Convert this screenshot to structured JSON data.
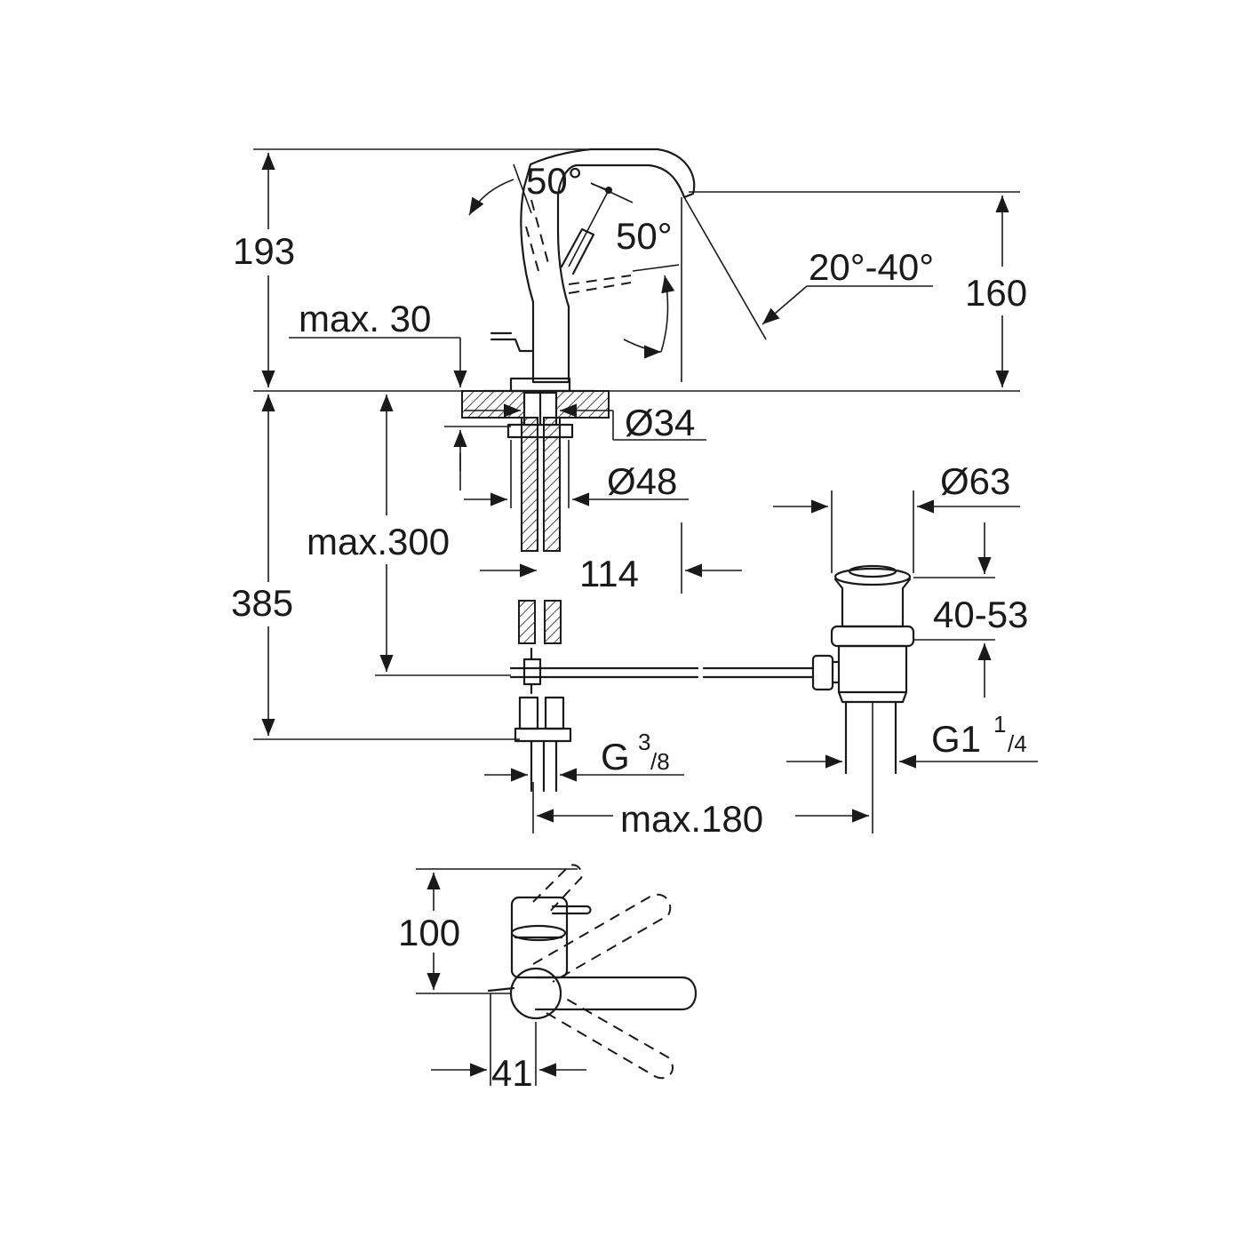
{
  "dimensions": {
    "d193": "193",
    "d160": "160",
    "angle_50_top": "50°",
    "angle_50_right": "50°",
    "angle_20_40": "20°-40°",
    "max30": "max. 30",
    "dia34": "Ø34",
    "dia48": "Ø48",
    "dia63": "Ø63",
    "max300": "max.300",
    "d114": "114",
    "d385": "385",
    "d40_53": "40-53",
    "g38_main": "G",
    "g38_num": "3",
    "g38_den": "/8",
    "g114_main": "G1",
    "g114_num": "1",
    "g114_den": "/4",
    "max180": "max.180",
    "d100": "100",
    "d41": "41"
  },
  "colors": {
    "line": "#1a1a1a",
    "background": "#ffffff"
  }
}
